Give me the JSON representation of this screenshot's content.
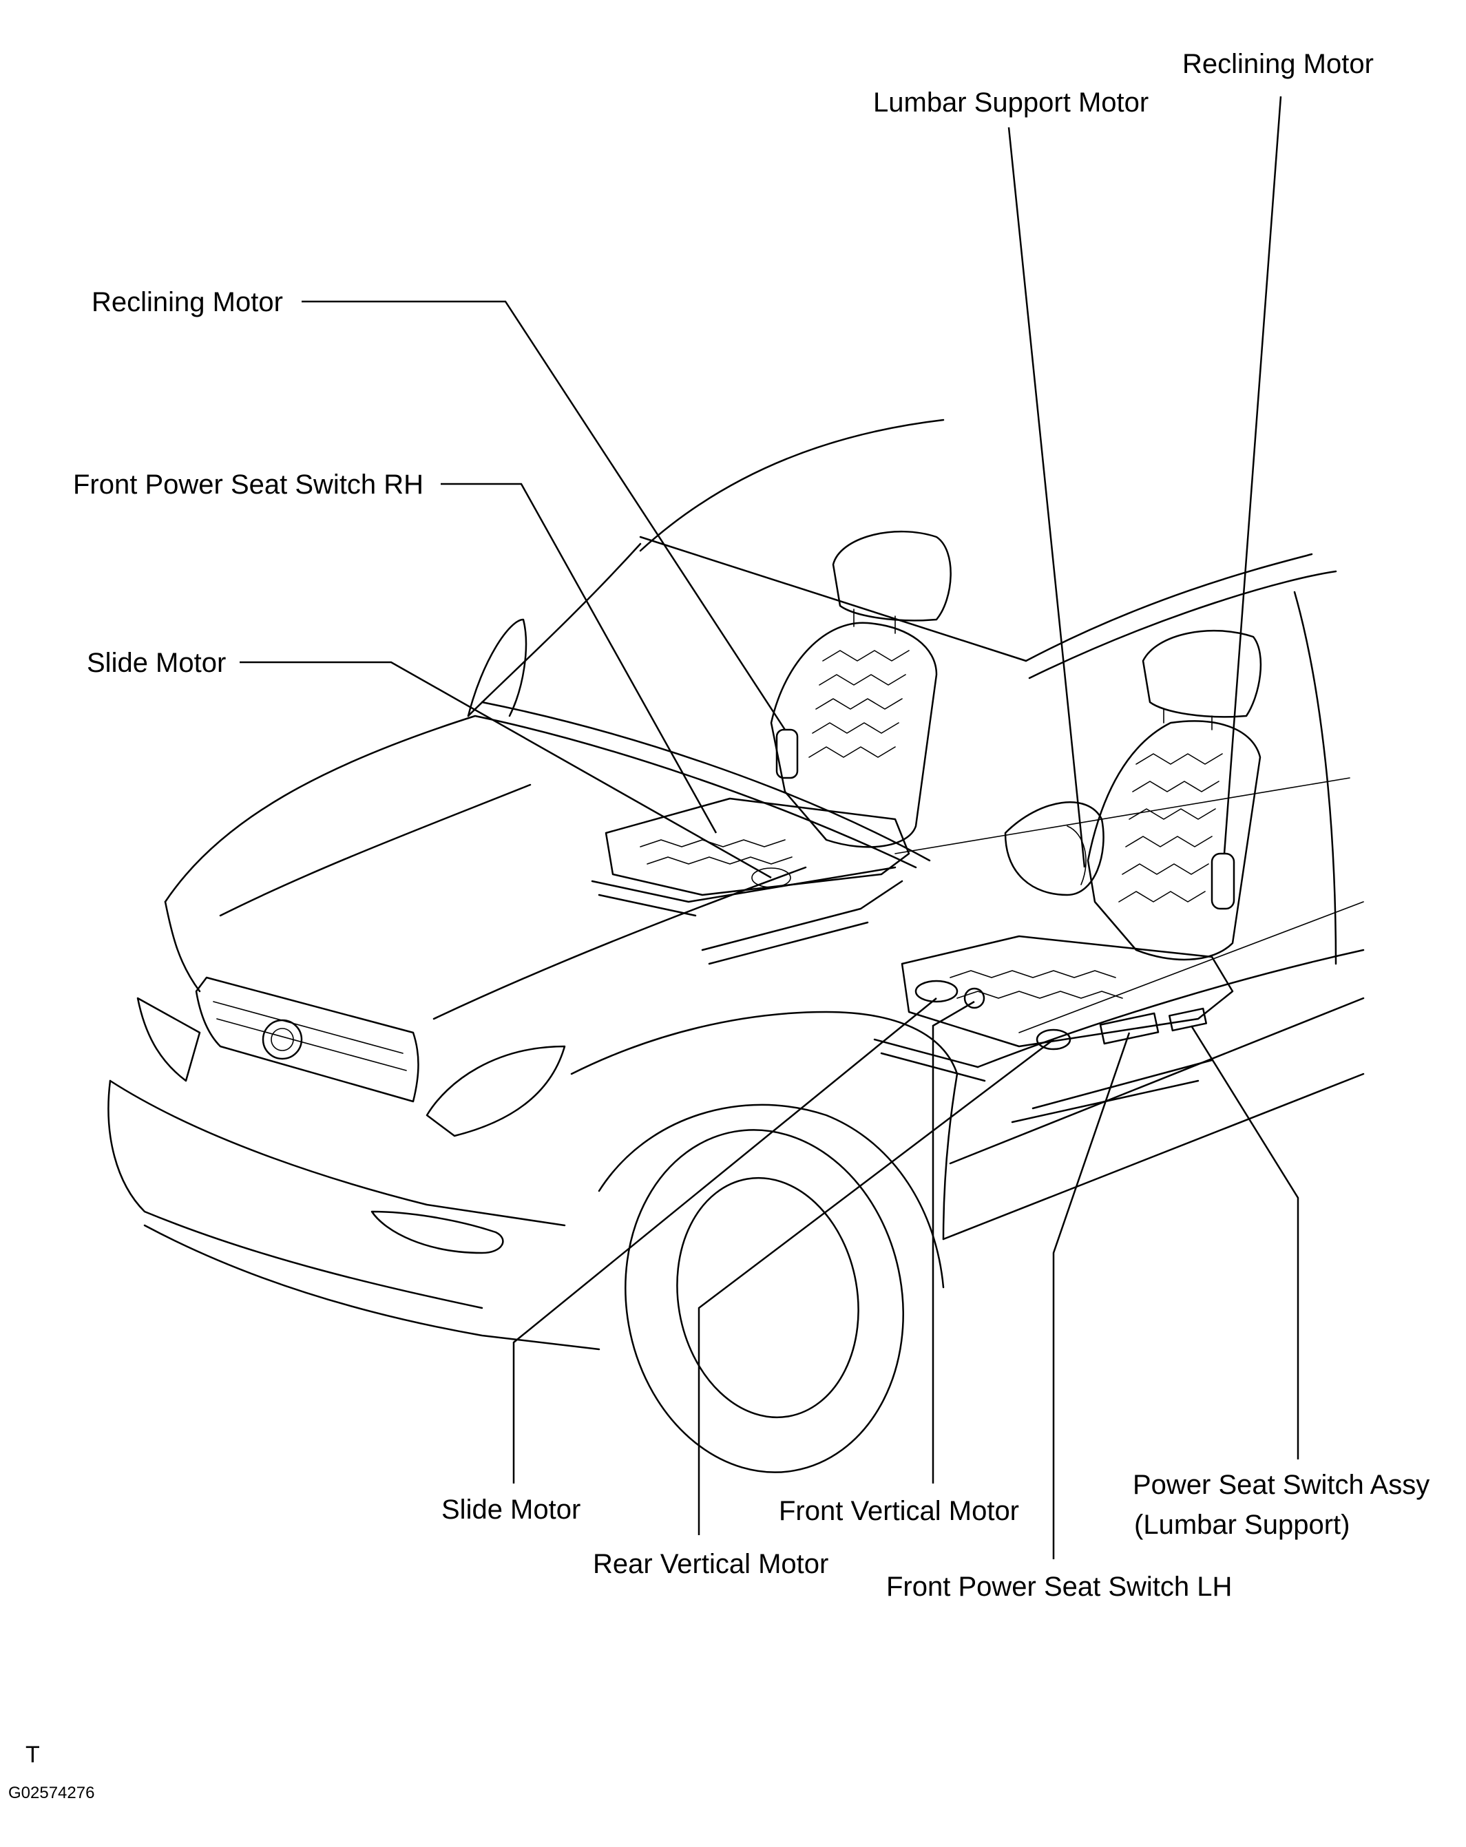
{
  "labels": {
    "reclining_motor_left": "Reclining Motor",
    "front_power_seat_switch_rh": "Front Power Seat Switch RH",
    "slide_motor_left": "Slide Motor",
    "lumbar_support_motor": "Lumbar Support Motor",
    "reclining_motor_right": "Reclining Motor",
    "slide_motor_bottom": "Slide Motor",
    "front_vertical_motor": "Front Vertical Motor",
    "rear_vertical_motor": "Rear Vertical Motor",
    "power_seat_switch_assy_line1": "Power Seat Switch Assy",
    "power_seat_switch_assy_line2": "(Lumbar Support)",
    "front_power_seat_switch_lh": "Front Power Seat Switch LH"
  },
  "footer": {
    "mark": "T",
    "figure_code": "G02574276"
  }
}
